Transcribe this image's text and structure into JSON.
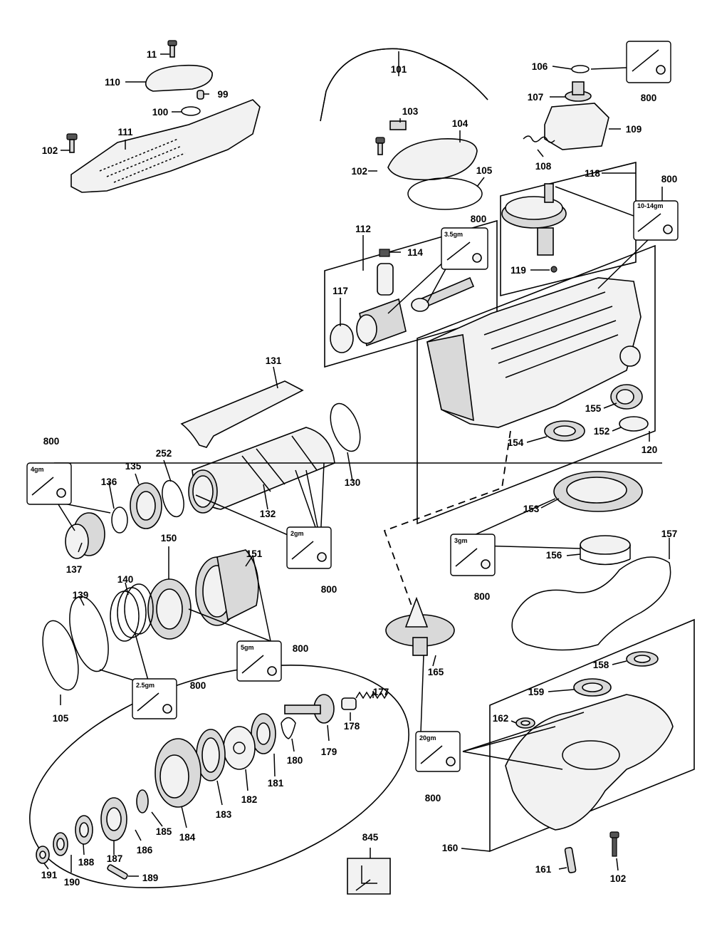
{
  "labels": {
    "p11": "11",
    "p110": "110",
    "p99": "99",
    "p100": "100",
    "p111": "111",
    "p102a": "102",
    "p101": "101",
    "p103": "103",
    "p104": "104",
    "p102b": "102",
    "p105a": "105",
    "p106": "106",
    "p800a": "800",
    "p107": "107",
    "p109": "109",
    "p108": "108",
    "p118": "118",
    "p800b": "800",
    "p112": "112",
    "p800c": "800",
    "p114": "114",
    "p117": "117",
    "p119": "119",
    "p131": "131",
    "p155": "155",
    "p152": "152",
    "p154": "154",
    "p120": "120",
    "p800d": "800",
    "p135": "135",
    "p252": "252",
    "p136": "136",
    "p130": "130",
    "p132": "132",
    "p137": "137",
    "p800e": "800",
    "p153": "153",
    "p157": "157",
    "p156": "156",
    "p800f": "800",
    "p150": "150",
    "p151": "151",
    "p140": "140",
    "p139": "139",
    "p800g": "800",
    "p165": "165",
    "p105b": "105",
    "p800h": "800",
    "p158": "158",
    "p159": "159",
    "p177": "177",
    "p178": "178",
    "p179": "179",
    "p180": "180",
    "p181": "181",
    "p182": "182",
    "p183": "183",
    "p162": "162",
    "p184": "184",
    "p185": "185",
    "p186": "186",
    "p187": "187",
    "p188": "188",
    "p189": "189",
    "p190": "190",
    "p191": "191",
    "p800i": "800",
    "p845": "845",
    "p160": "160",
    "p161": "161",
    "p102c": "102"
  },
  "grease": {
    "g35": "3.5gm",
    "g1014": "10-14gm",
    "g4": "4gm",
    "g2": "2gm",
    "g3": "3gm",
    "g5": "5gm",
    "g25": "2.5gm",
    "g20": "20gm"
  },
  "icons": [
    "grease-tube-icon",
    "gear-icon",
    "grease-kit-icon"
  ]
}
